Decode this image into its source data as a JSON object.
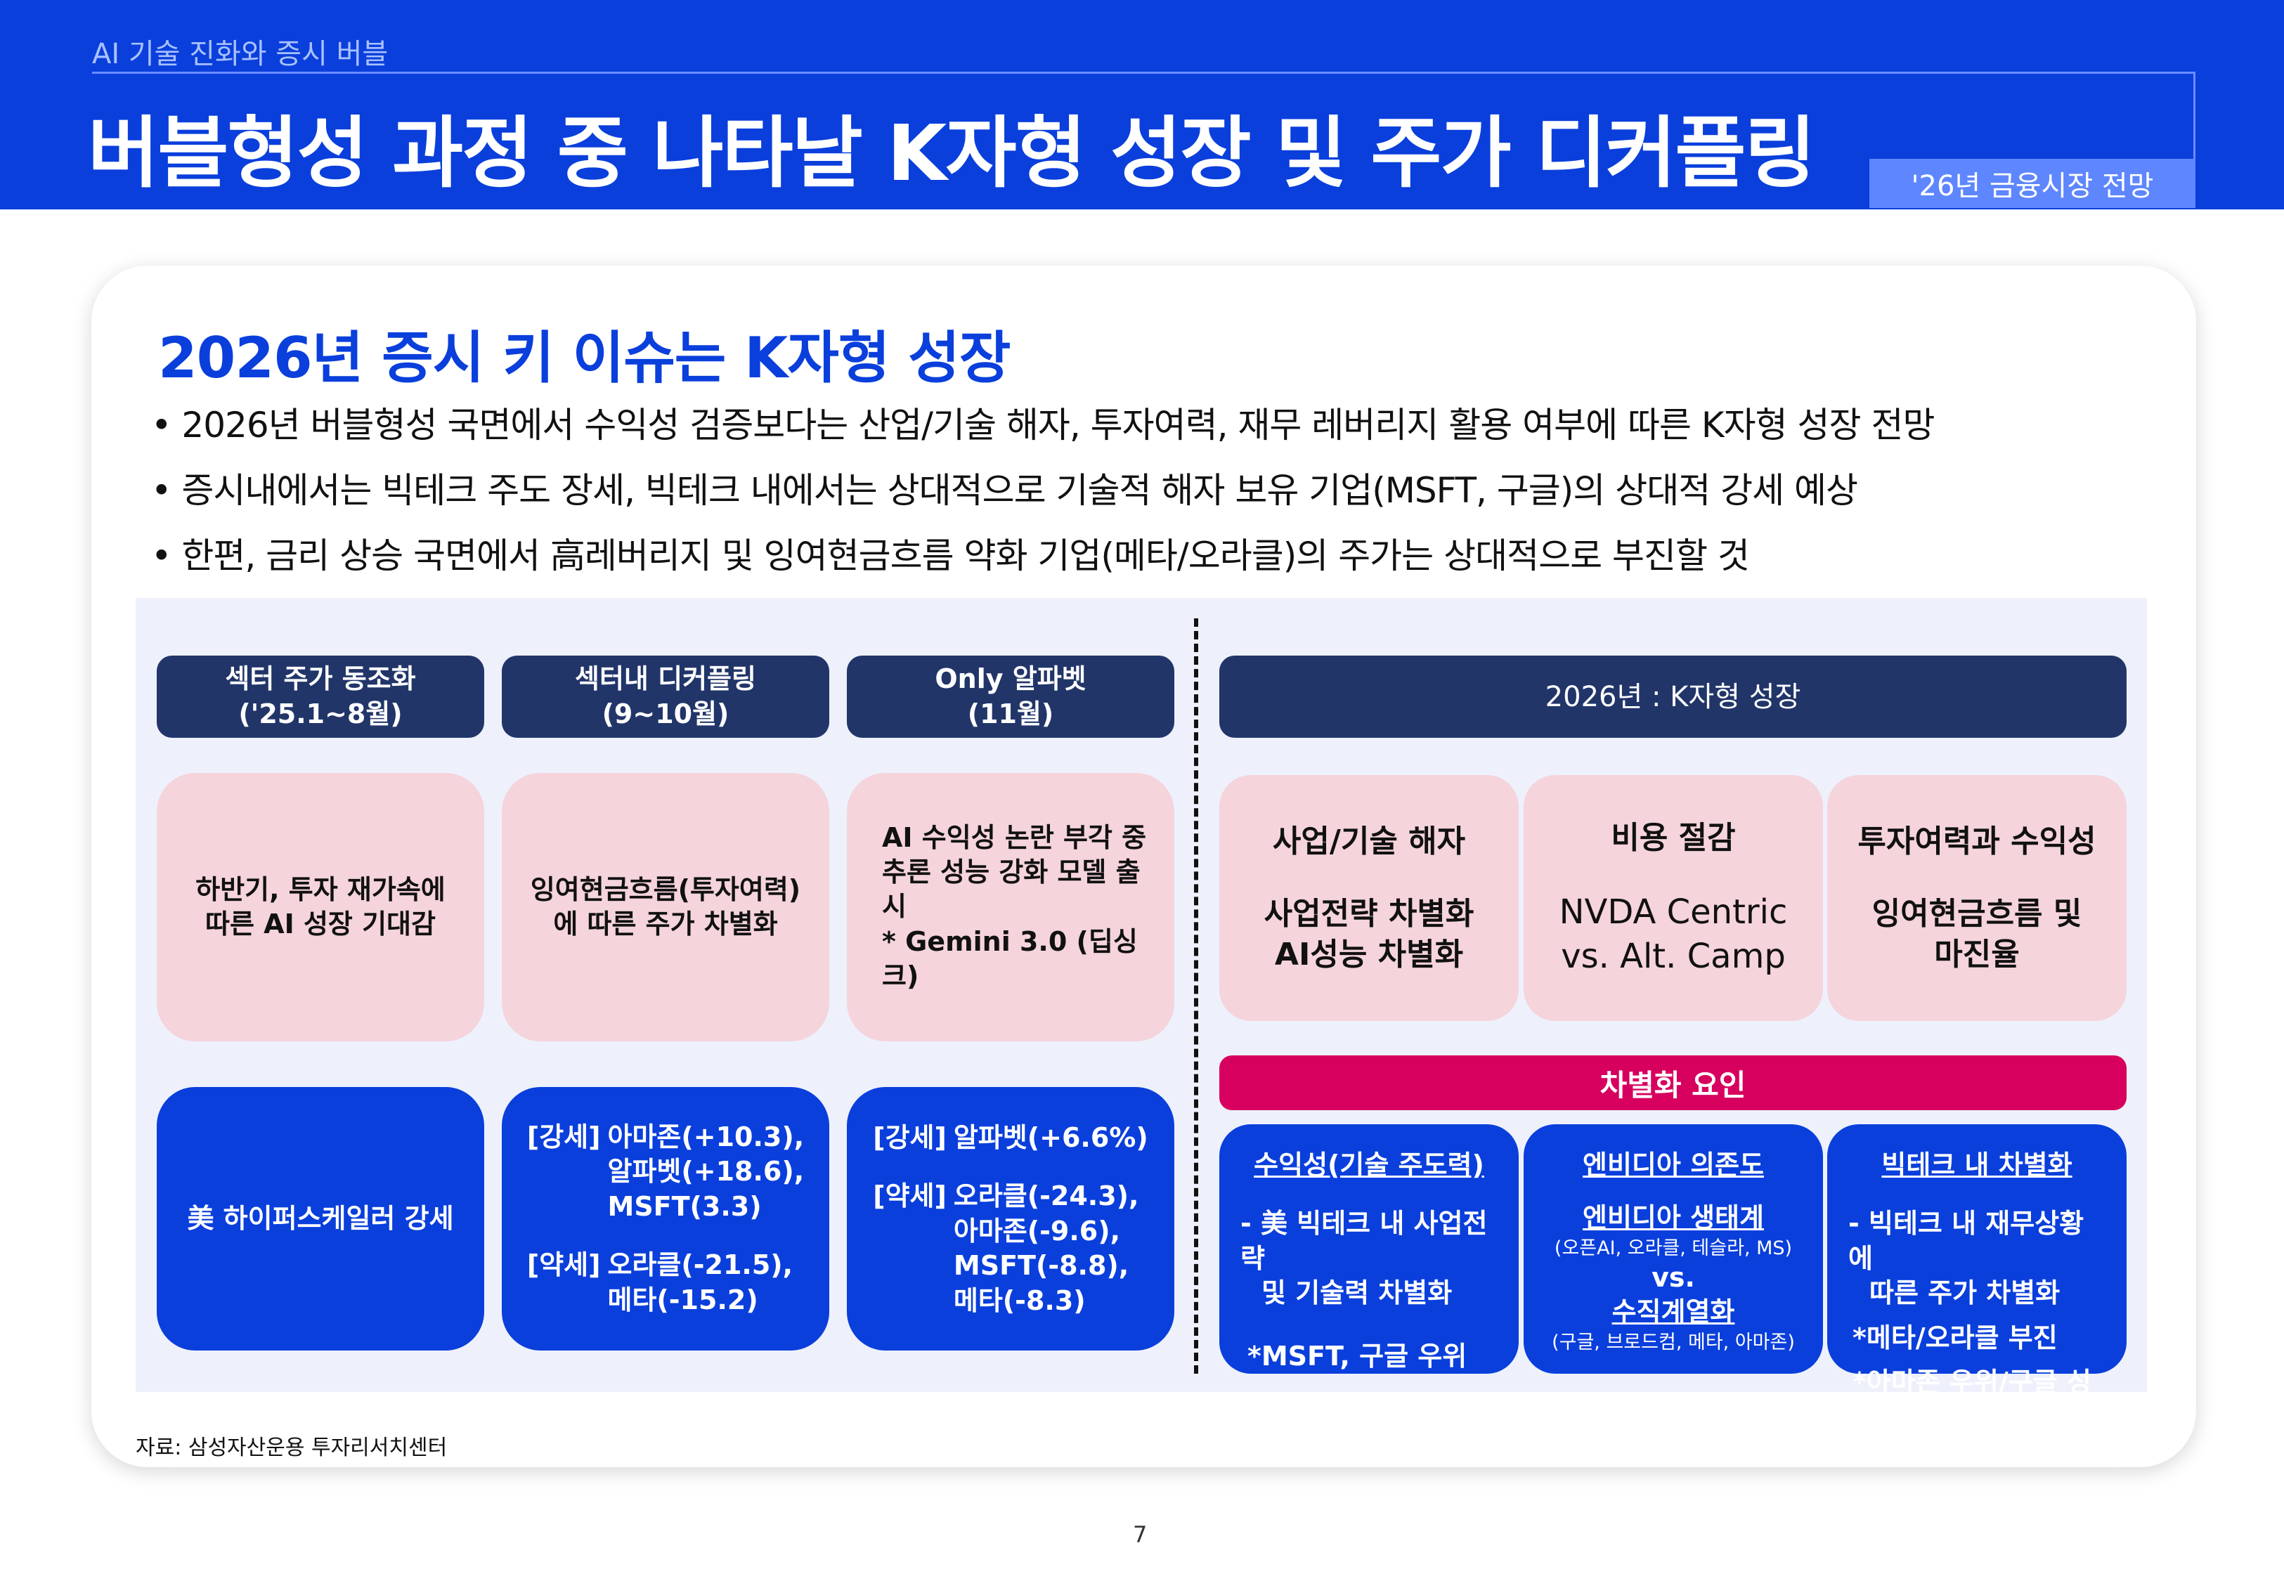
{
  "header": {
    "section_label": "AI 기술 진화와 증시 버블",
    "title": "버블형성 과정 중 나타날 K자형 성장 및 주가 디커플링",
    "report_tag": "'26년 금융시장 전망"
  },
  "content": {
    "heading": "2026년 증시 키 이슈는 K자형 성장",
    "bullets": [
      "• 2026년 버블형성 국면에서 수익성 검증보다는 산업/기술 해자, 투자여력, 재무 레버리지 활용 여부에 따른 K자형 성장 전망",
      "• 증시내에서는 빅테크 주도 장세, 빅테크 내에서는 상대적으로 기술적 해자 보유 기업(MSFT, 구글)의 상대적 강세 예상",
      "• 한편, 금리 상승 국면에서 高레버리지 및 잉여현금흐름 약화 기업(메타/오라클)의 주가는 상대적으로 부진할 것"
    ]
  },
  "phases": [
    {
      "title": [
        "섹터 주가 동조화",
        "('25.1~8월)"
      ],
      "desc": [
        "하반기, 투자 재가속에",
        "따른 AI 성장 기대감"
      ],
      "result": "美 하이퍼스케일러 강세"
    },
    {
      "title": [
        "섹터내 디커플링",
        "(9~10월)"
      ],
      "desc": [
        "잉여현금흐름(투자여력)",
        "에 따른 주가 차별화"
      ],
      "result_strong_tag": "[강세]",
      "result_strong": [
        "아마존(+10.3),",
        "알파벳(+18.6),",
        "MSFT(3.3)"
      ],
      "result_weak_tag": "[약세]",
      "result_weak": [
        "오라클(-21.5),",
        "메타(-15.2)"
      ]
    },
    {
      "title": [
        "Only 알파벳",
        "(11월)"
      ],
      "desc": [
        "AI 수익성 논란 부각 중",
        "추론 성능 강화 모델 출시",
        "* Gemini 3.0 (딥싱크)"
      ],
      "result_strong_tag": "[강세]",
      "result_strong": [
        "알파벳(+6.6%)"
      ],
      "result_weak_tag": "[약세]",
      "result_weak": [
        "오라클(-24.3),",
        "아마존(-9.6),",
        "MSFT(-8.8),",
        "메타(-8.3)"
      ]
    }
  ],
  "k_growth": {
    "title": "2026년 : K자형 성장",
    "pillars": [
      {
        "label": "사업/기술 해자",
        "lines": [
          "사업전략 차별화",
          "AI성능 차별화"
        ]
      },
      {
        "label": "비용 절감",
        "lines": [
          "NVDA Centric",
          "vs. Alt. Camp"
        ]
      },
      {
        "label": "투자여력과 수익성",
        "lines": [
          "잉여현금흐름 및",
          "마진율"
        ]
      }
    ],
    "factor_bar": "차별화 요인",
    "factors": [
      {
        "title": "수익성(기술 주도력)",
        "lines": [
          "- 美 빅테크 내 사업전략",
          "  및 기술력 차별화",
          "*MSFT, 구글 우위"
        ]
      },
      {
        "title": "엔비디아 의존도",
        "sub1": "엔비디아 생태계",
        "sub1_note": "(오픈AI, 오라클, 테슬라, MS)",
        "vs": "vs.",
        "sub2": "수직계열화",
        "sub2_note": "(구글, 브로드컴, 메타, 아마존)"
      },
      {
        "title": "빅테크 내 차별화",
        "lines": [
          "- 빅테크 내 재무상황에",
          "  따른 주가 차별화",
          "*메타/오라클 부진",
          "*아마존 우위/구글 성장"
        ]
      }
    ]
  },
  "footer": {
    "source": "자료: 삼성자산운용 투자리서치센터",
    "page_number": "7"
  }
}
